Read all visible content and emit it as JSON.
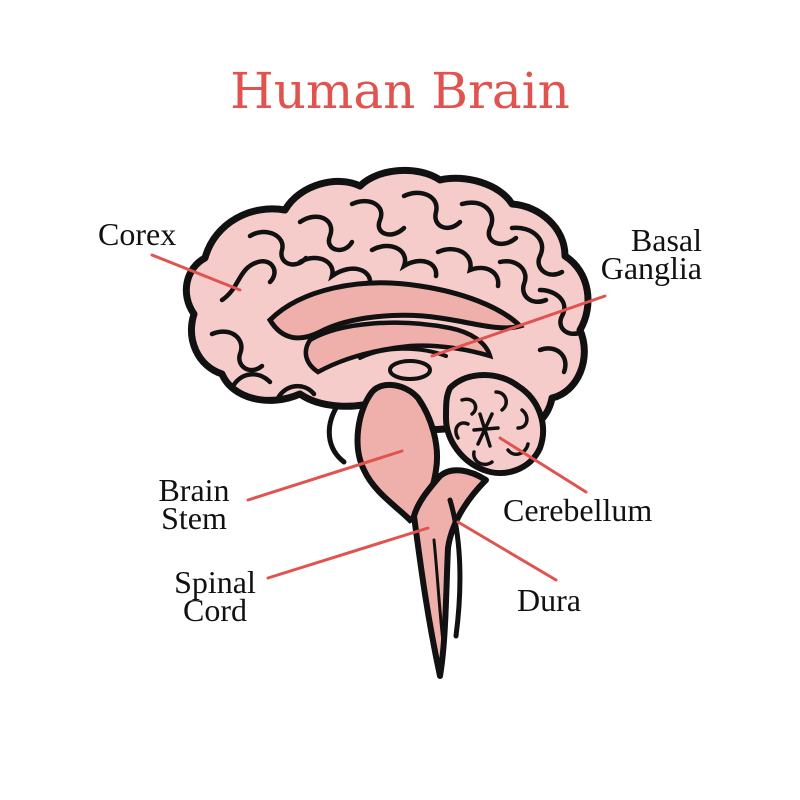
{
  "title": "Human Brain",
  "colors": {
    "title": "#e0534f",
    "leader_line": "#e0534f",
    "tissue_light": "#f6cccb",
    "tissue_mid": "#efb0ab",
    "outline": "#111111"
  },
  "labels": {
    "cortex": "Corex",
    "basal_ganglia": [
      "Basal",
      "Ganglia"
    ],
    "brain_stem": [
      "Brain",
      "Stem"
    ],
    "cerebellum": "Cerebellum",
    "spinal_cord": [
      "Spinal",
      "Cord"
    ],
    "dura": "Dura"
  }
}
